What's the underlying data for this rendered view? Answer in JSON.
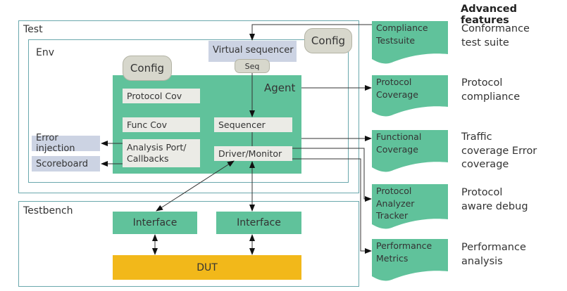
{
  "header": {
    "advanced_features": "Advanced features"
  },
  "test": {
    "label": "Test",
    "config_label": "Config",
    "env": {
      "label": "Env",
      "config_label": "Config",
      "virtual_sequencer": {
        "label": "Virtual sequencer",
        "seq_label": "Seq"
      },
      "agent": {
        "label": "Agent",
        "protocol_cov": "Protocol Cov",
        "func_cov": "Func Cov",
        "analysis_port": "Analysis Port/ Callbacks",
        "sequencer": "Sequencer",
        "driver_monitor": "Driver/Monitor"
      },
      "error_injection": "Error injection",
      "scoreboard": "Scoreboard"
    }
  },
  "testbench": {
    "label": "Testbench",
    "interfaces": [
      "Interface",
      "Interface"
    ],
    "dut": "DUT"
  },
  "documents": [
    {
      "label": "Compliance Testsuite",
      "feature": "Conformance test suite"
    },
    {
      "label": "Protocol Coverage",
      "feature": "Protocol compliance"
    },
    {
      "label": "Functional Coverage",
      "feature": "Traffic coverage Error coverage"
    },
    {
      "label": "Protocol Analyzer Tracker",
      "feature": "Protocol aware debug"
    },
    {
      "label": "Performance Metrics",
      "feature": "Performance analysis"
    }
  ],
  "colors": {
    "green": "#60c29b",
    "frame": "#6aa8ad",
    "dut": "#f2b81a",
    "light": "#ebebe6",
    "blue": "#ccd3e3",
    "pill": "#d7d7cc"
  }
}
